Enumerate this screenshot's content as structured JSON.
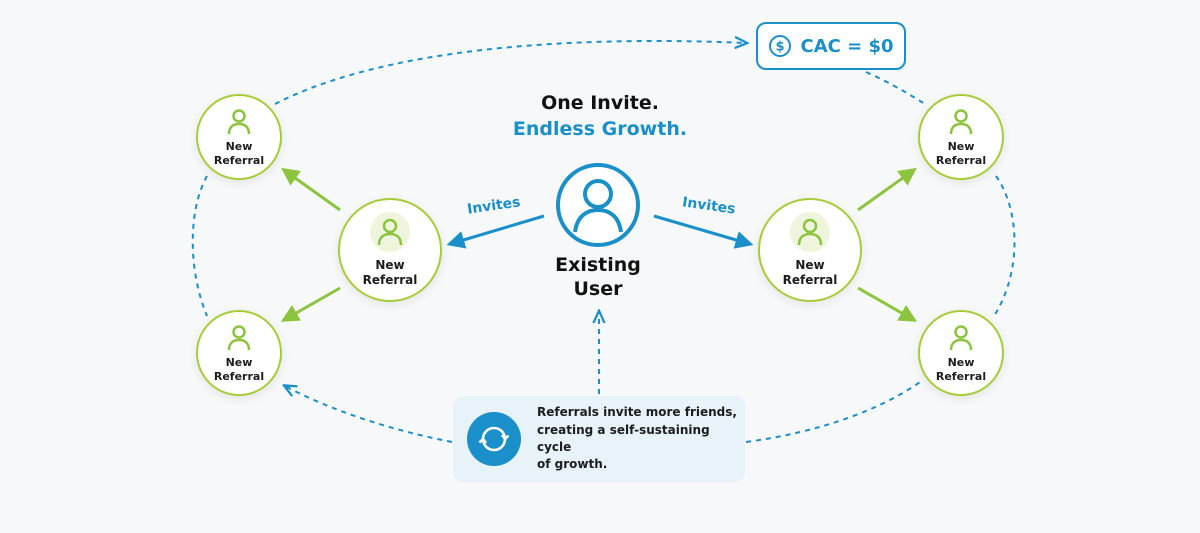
{
  "title": {
    "line1": "One Invite.",
    "line2": "Endless Growth."
  },
  "center": {
    "label": "Existing\nUser",
    "icon": "user-icon"
  },
  "edge_labels": {
    "left": "Invites",
    "right": "Invites"
  },
  "nodes": {
    "left_mid": "New\nReferral",
    "left_top": "New\nReferral",
    "left_bottom": "New\nReferral",
    "right_mid": "New\nReferral",
    "right_top": "New\nReferral",
    "right_bottom": "New\nReferral"
  },
  "badge": {
    "label": "CAC = $0",
    "icon": "dollar-circle-icon"
  },
  "cycle_box": {
    "text": "Referrals invite more friends,\ncreating a self-sustaining cycle\nof growth.",
    "icon": "refresh-cycle-icon"
  },
  "colors": {
    "blue": "#1b8fc9",
    "green": "#8cc43f",
    "green_border": "#a5cd39",
    "text": "#111111"
  }
}
